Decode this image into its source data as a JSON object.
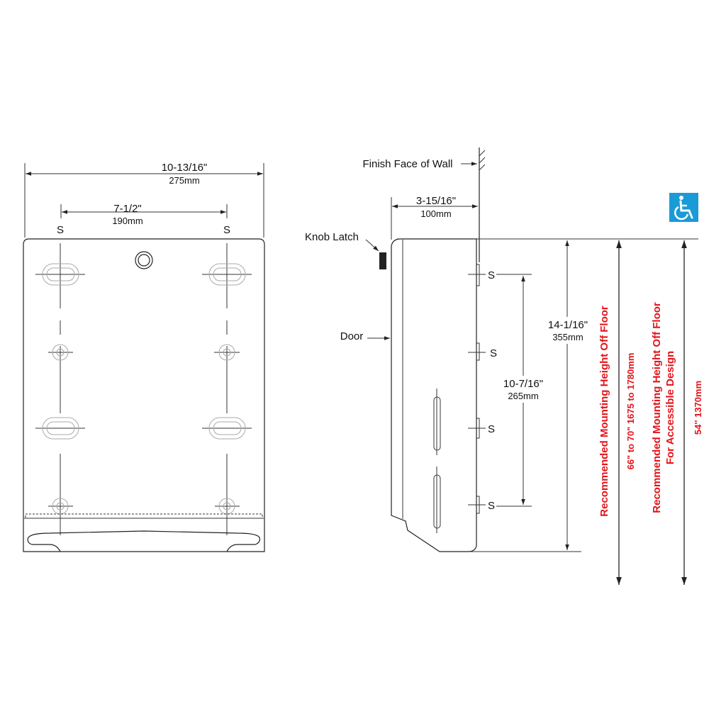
{
  "front_view": {
    "overall_width_in": "10-13/16\"",
    "overall_width_mm": "275mm",
    "mount_spacing_in": "7-1/2\"",
    "mount_spacing_mm": "190mm",
    "screw_left": "S",
    "screw_right": "S"
  },
  "side_view": {
    "wall_label": "Finish Face of Wall",
    "depth_in": "3-15/16\"",
    "depth_mm": "100mm",
    "knob_label": "Knob Latch",
    "door_label": "Door",
    "screws": [
      "S",
      "S",
      "S",
      "S"
    ],
    "screw_span_in": "10-7/16\"",
    "screw_span_mm": "265mm",
    "height_in": "14-1/16\"",
    "height_mm": "355mm"
  },
  "mounting": {
    "recommended_label": "Recommended Mounting Height Off Floor",
    "recommended_value": "66\" to 70\" 1675 to 1780mm",
    "accessible_label_1": "Recommended Mounting Height Off Floor",
    "accessible_label_2": "For Accessible Design",
    "accessible_value": "54''  1370mm",
    "accessible_icon": "wheelchair-icon",
    "accent_color": "#e4141b",
    "icon_color": "#1a9ad6"
  }
}
